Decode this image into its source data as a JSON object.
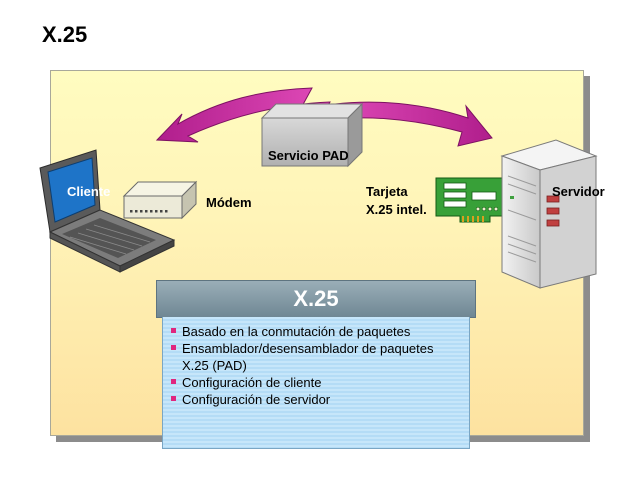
{
  "title": "X.25",
  "labels": {
    "client": "Cliente",
    "modem": "Módem",
    "service": "Servicio PAD",
    "card_line1": "Tarjeta",
    "card_line2": "X.25 intel.",
    "server": "Servidor"
  },
  "info_box": {
    "header": "X.25",
    "items": [
      "Basado en la conmutación de paquetes",
      "Ensamblador/desensamblador de paquetes",
      "X.25 (PAD)",
      "Configuración de cliente",
      "Configuración de servidor"
    ]
  },
  "colors": {
    "arrow": "#c0249a",
    "header": "#7b939f",
    "bullet": "#e0267e"
  }
}
